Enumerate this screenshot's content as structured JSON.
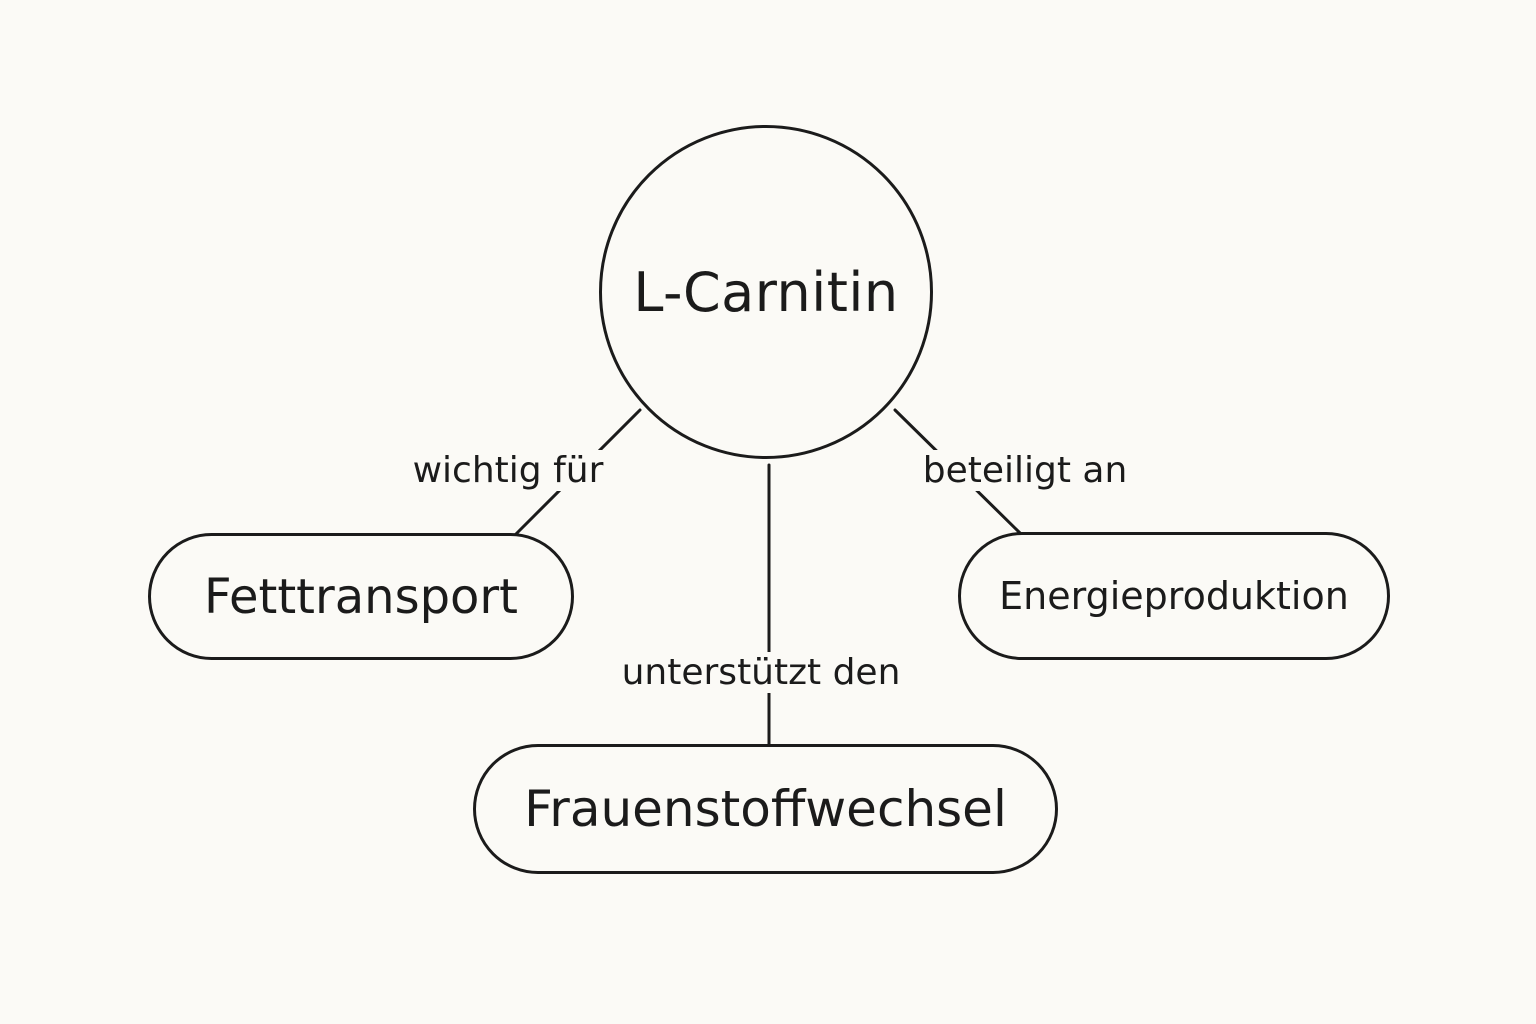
{
  "diagram": {
    "center": {
      "label": "L-Carnitin"
    },
    "nodes": [
      {
        "id": "fetttransport",
        "label": "Fetttransport"
      },
      {
        "id": "energieproduktion",
        "label": "Energieproduktion"
      },
      {
        "id": "frauenstoffwechsel",
        "label": "Frauenstoffwechsel"
      }
    ],
    "edges": [
      {
        "from": "L-Carnitin",
        "to": "fetttransport",
        "label": "wichtig für"
      },
      {
        "from": "L-Carnitin",
        "to": "energieproduktion",
        "label": "beteiligt an"
      },
      {
        "from": "L-Carnitin",
        "to": "frauenstoffwechsel",
        "label": "unterstützt den"
      }
    ]
  }
}
